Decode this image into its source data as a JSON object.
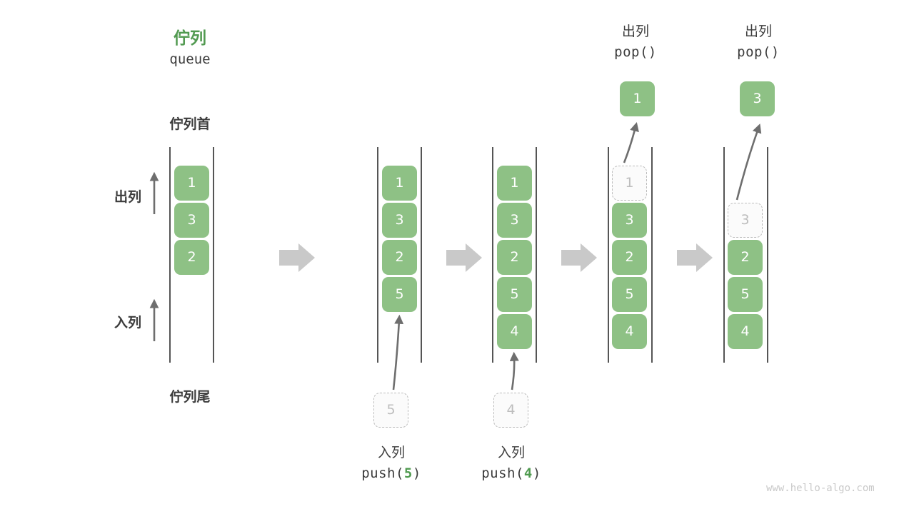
{
  "diagram": {
    "title_cn": "佇列",
    "title_en": "queue",
    "head_label": "佇列首",
    "tail_label": "佇列尾",
    "dequeue_label": "出列",
    "enqueue_label": "入列",
    "watermark": "www.hello-algo.com",
    "colors": {
      "cell_fill": "#8ec185",
      "cell_text": "#ffffff",
      "ghost_border": "#bdbdbd",
      "ghost_text": "#bdbdbd",
      "title_green": "#529a51",
      "rail": "#555555",
      "arrow_gray": "#c9c9c9",
      "curve_arrow": "#6e6e6e",
      "text": "#3c3c3c"
    }
  },
  "stages": [
    {
      "id": "stage-initial",
      "cells": [
        "1",
        "3",
        "2"
      ],
      "ghost_index": -1
    },
    {
      "id": "stage-push-5",
      "cells": [
        "1",
        "3",
        "2",
        "5"
      ],
      "ghost_index": -1,
      "operation": {
        "cn": "入列",
        "code_prefix": "push(",
        "code_value": "5",
        "code_suffix": ")",
        "pending_value": "5"
      }
    },
    {
      "id": "stage-push-4",
      "cells": [
        "1",
        "3",
        "2",
        "5",
        "4"
      ],
      "ghost_index": -1,
      "operation": {
        "cn": "入列",
        "code_prefix": "push(",
        "code_value": "4",
        "code_suffix": ")",
        "pending_value": "4"
      }
    },
    {
      "id": "stage-pop-1",
      "cells": [
        "1",
        "3",
        "2",
        "5",
        "4"
      ],
      "ghost_index": 0,
      "operation": {
        "cn": "出列",
        "code": "pop()",
        "popped_value": "1"
      }
    },
    {
      "id": "stage-pop-3",
      "cells": [
        "",
        "3",
        "2",
        "5",
        "4"
      ],
      "ghost_index": 1,
      "operation": {
        "cn": "出列",
        "code": "pop()",
        "popped_value": "3"
      }
    }
  ],
  "flow_arrows": 4
}
